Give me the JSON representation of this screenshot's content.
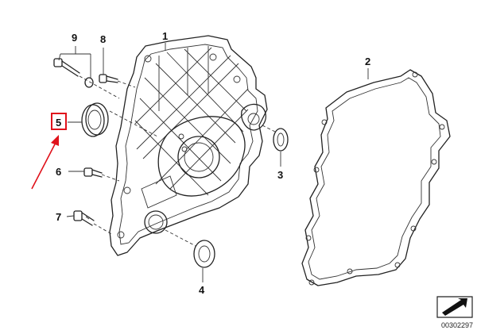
{
  "diagram": {
    "callouts": [
      {
        "id": "9",
        "label": "9"
      },
      {
        "id": "8",
        "label": "8"
      },
      {
        "id": "1",
        "label": "1"
      },
      {
        "id": "2",
        "label": "2"
      },
      {
        "id": "5",
        "label": "5",
        "highlighted": true
      },
      {
        "id": "6",
        "label": "6"
      },
      {
        "id": "7",
        "label": "7"
      },
      {
        "id": "3",
        "label": "3"
      },
      {
        "id": "4",
        "label": "4"
      }
    ],
    "highlight_color": "#e0121b",
    "arrow_color": "#e0121b",
    "reference_id": "00302297",
    "nav_icon": "arrow-page-icon"
  }
}
